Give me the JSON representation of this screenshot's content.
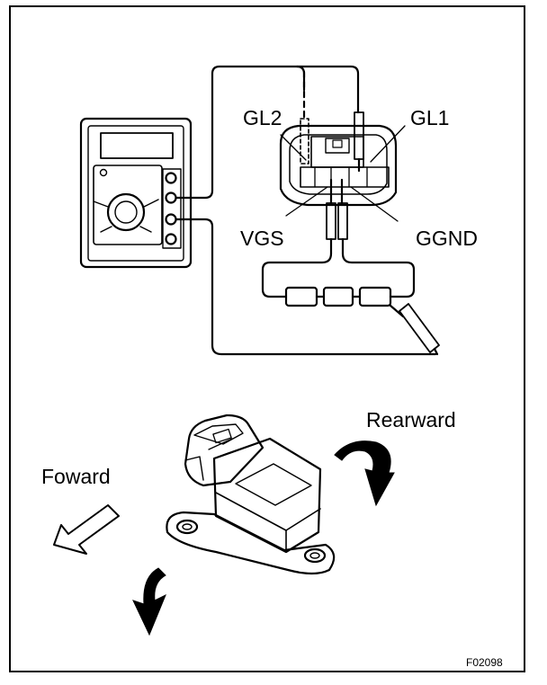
{
  "labels": {
    "gl2": "GL2",
    "gl1": "GL1",
    "vgs": "VGS",
    "ggnd": "GGND",
    "rearward": "Rearward",
    "forward": "Foward",
    "figure_code": "F02098"
  },
  "icons": {
    "tester": "multimeter-icon",
    "sensor": "yaw-rate-sensor-icon",
    "connector": "connector-icon",
    "probe": "probe-icon",
    "forward_arrow": "arrow-icon",
    "rotation_arrow": "curved-arrow-icon"
  }
}
